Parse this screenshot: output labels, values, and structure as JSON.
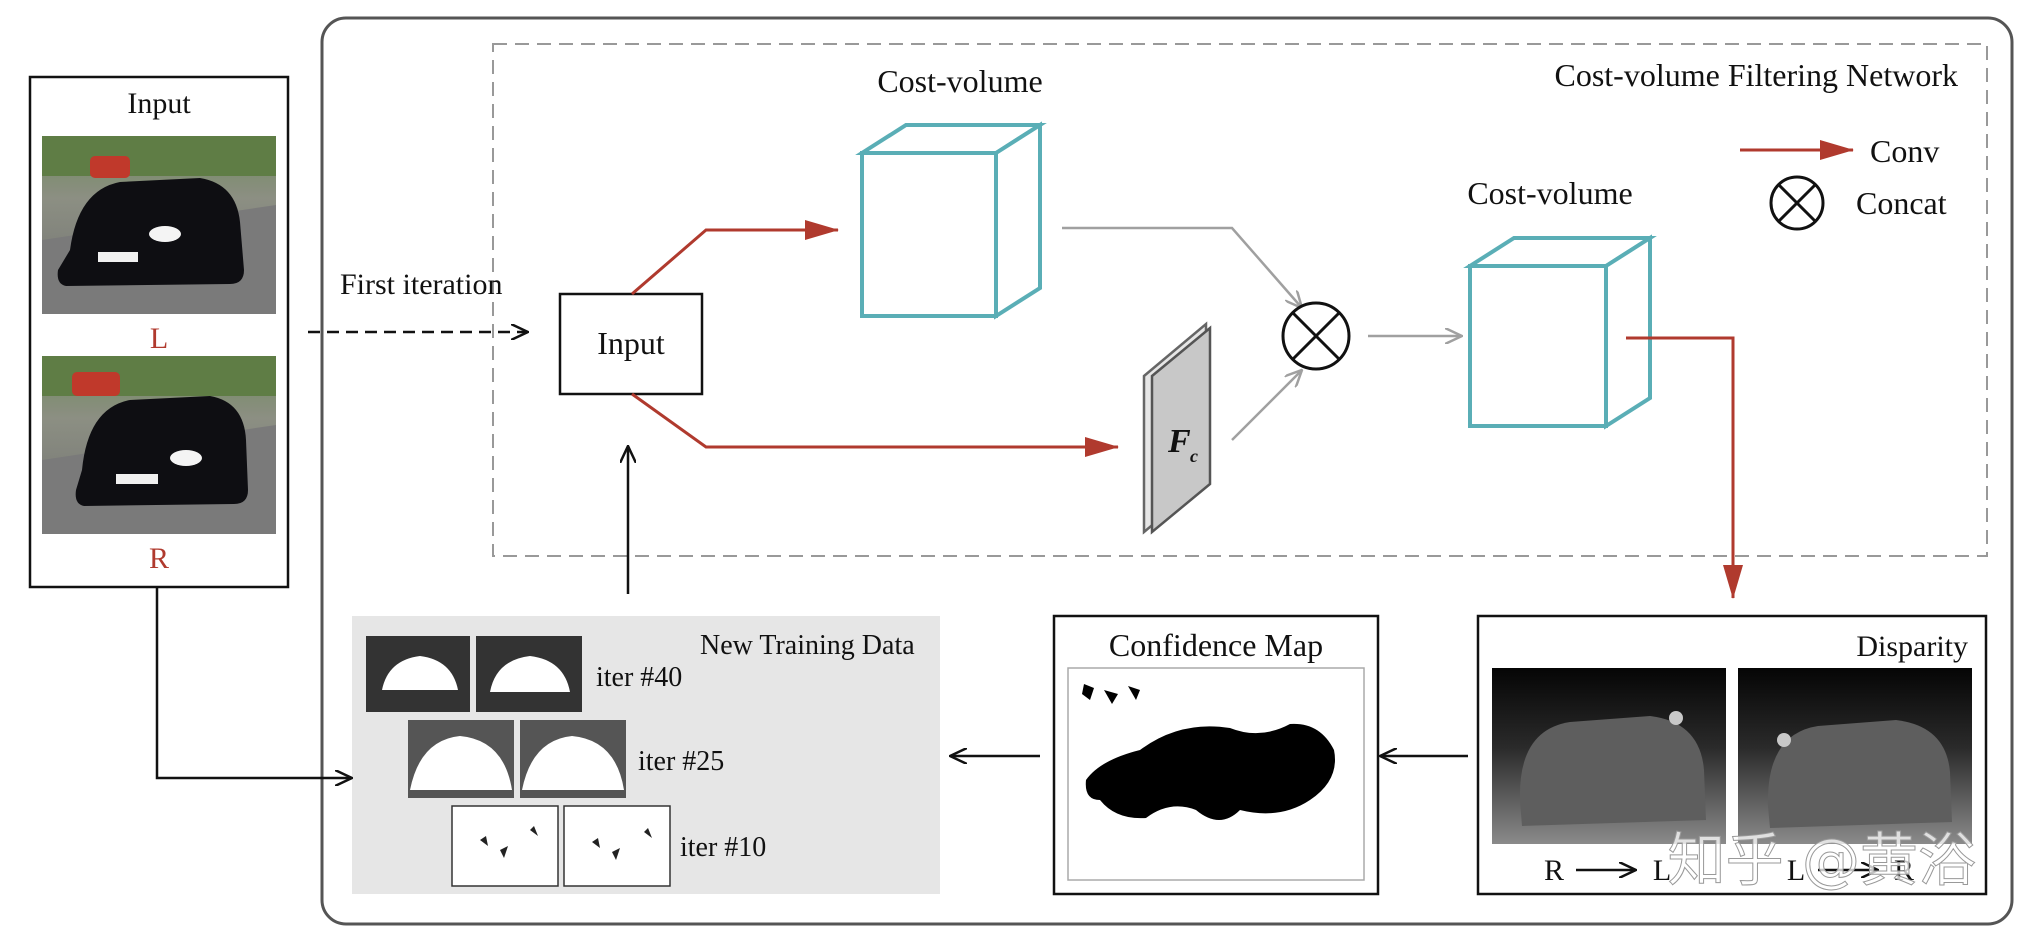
{
  "input_panel": {
    "title": "Input",
    "left_label": "L",
    "right_label": "R"
  },
  "labels": {
    "first_iteration": "First iteration",
    "input_box": "Input",
    "network_title": "Cost-volume Filtering Network",
    "cost_volume_1": "Cost-volume",
    "cost_volume_2": "Cost-volume",
    "feature_main": "F",
    "feature_sub": "c"
  },
  "legend": {
    "conv": "Conv",
    "concat": "Concat"
  },
  "disparity": {
    "title": "Disparity",
    "left_caption_from": "R",
    "left_caption_to": "L",
    "right_caption_from": "L",
    "right_caption_to": "R"
  },
  "confidence": {
    "title": "Confidence Map"
  },
  "training": {
    "title": "New Training Data",
    "iterations": [
      {
        "label": "iter #40"
      },
      {
        "label": "iter #25"
      },
      {
        "label": "iter #10"
      }
    ]
  },
  "watermark": "知乎 @黄浴",
  "colors": {
    "conv_arrow": "#b03a2e",
    "cost_volume": "#5aaeb6",
    "gray_arrow": "#a0a0a0",
    "label_red": "#b03a2e",
    "panel_border": "#555555"
  }
}
